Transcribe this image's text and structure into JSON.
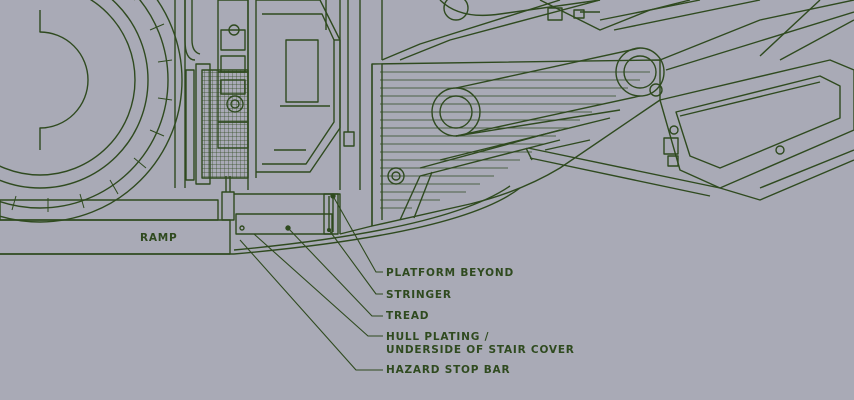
{
  "colors": {
    "background": "#a9aab6",
    "linework": "#2f4a1f"
  },
  "labels": {
    "ramp": "RAMP",
    "callouts": [
      "PLATFORM BEYOND",
      "STRINGER",
      "TREAD",
      "HULL PLATING /",
      "UNDERSIDE OF STAIR COVER",
      "HAZARD STOP BAR"
    ]
  }
}
